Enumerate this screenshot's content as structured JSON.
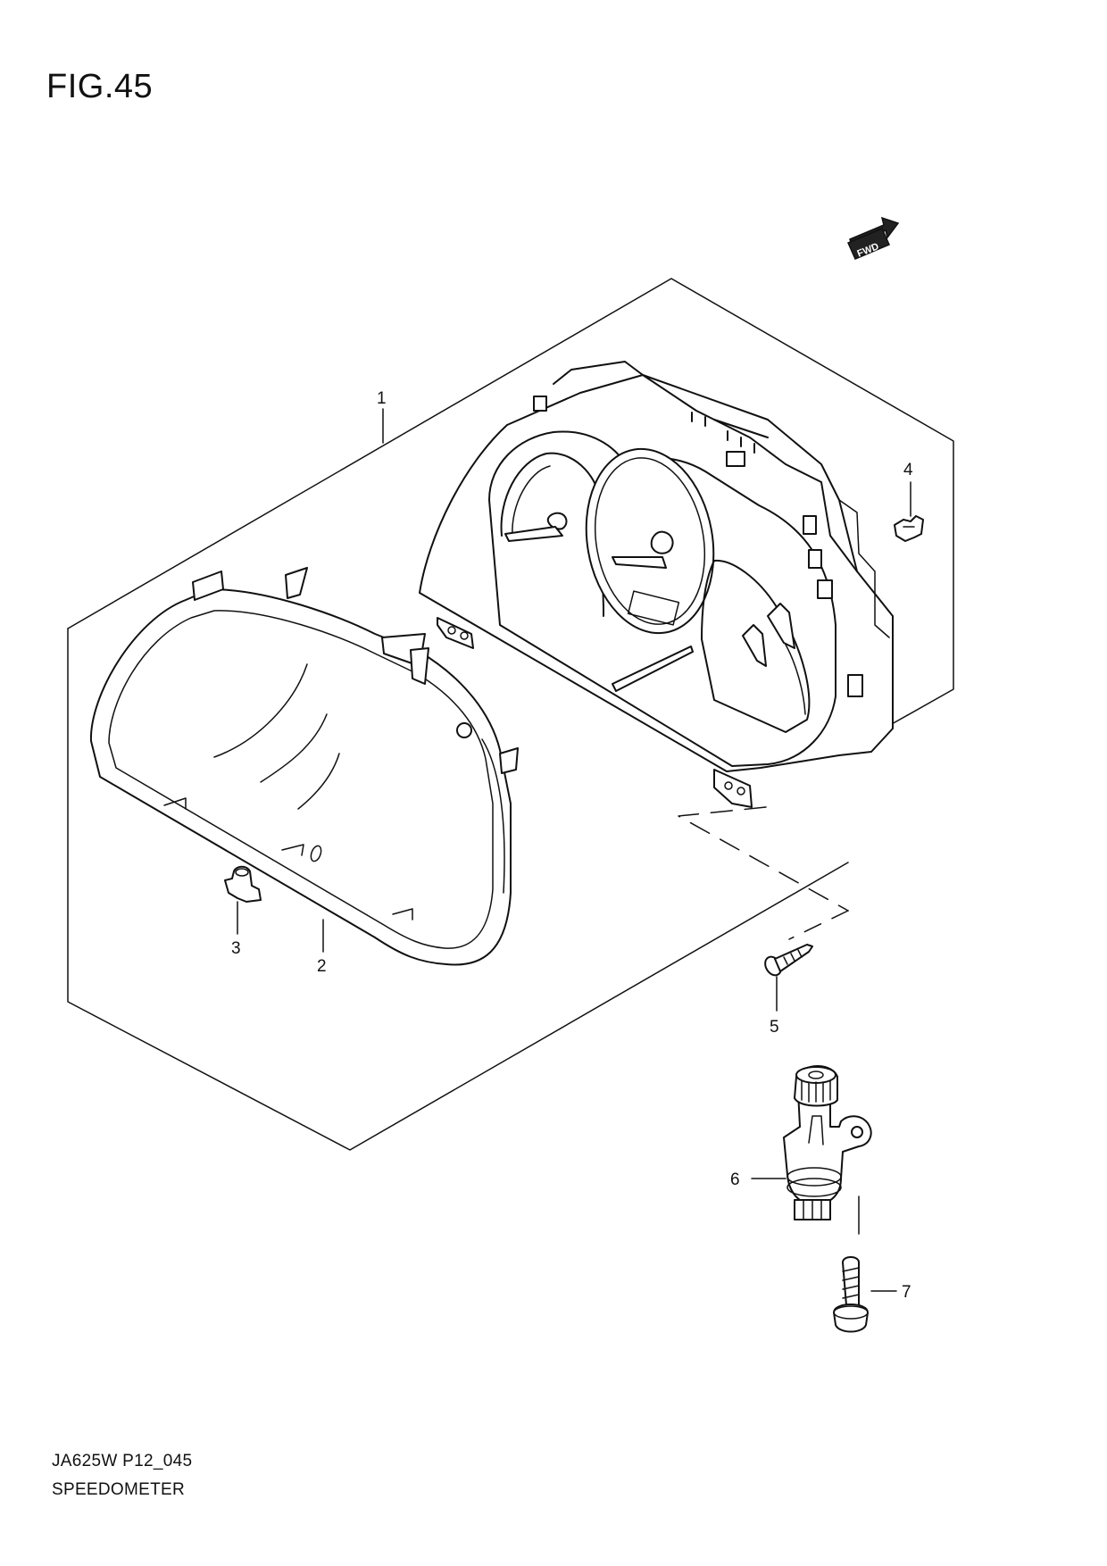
{
  "figure": {
    "title": "FIG.45",
    "code": "JA625W P12_045",
    "name": "SPEEDOMETER"
  },
  "fwd_label": "FWD",
  "callouts": [
    "1",
    "2",
    "3",
    "4",
    "5",
    "6",
    "7"
  ]
}
